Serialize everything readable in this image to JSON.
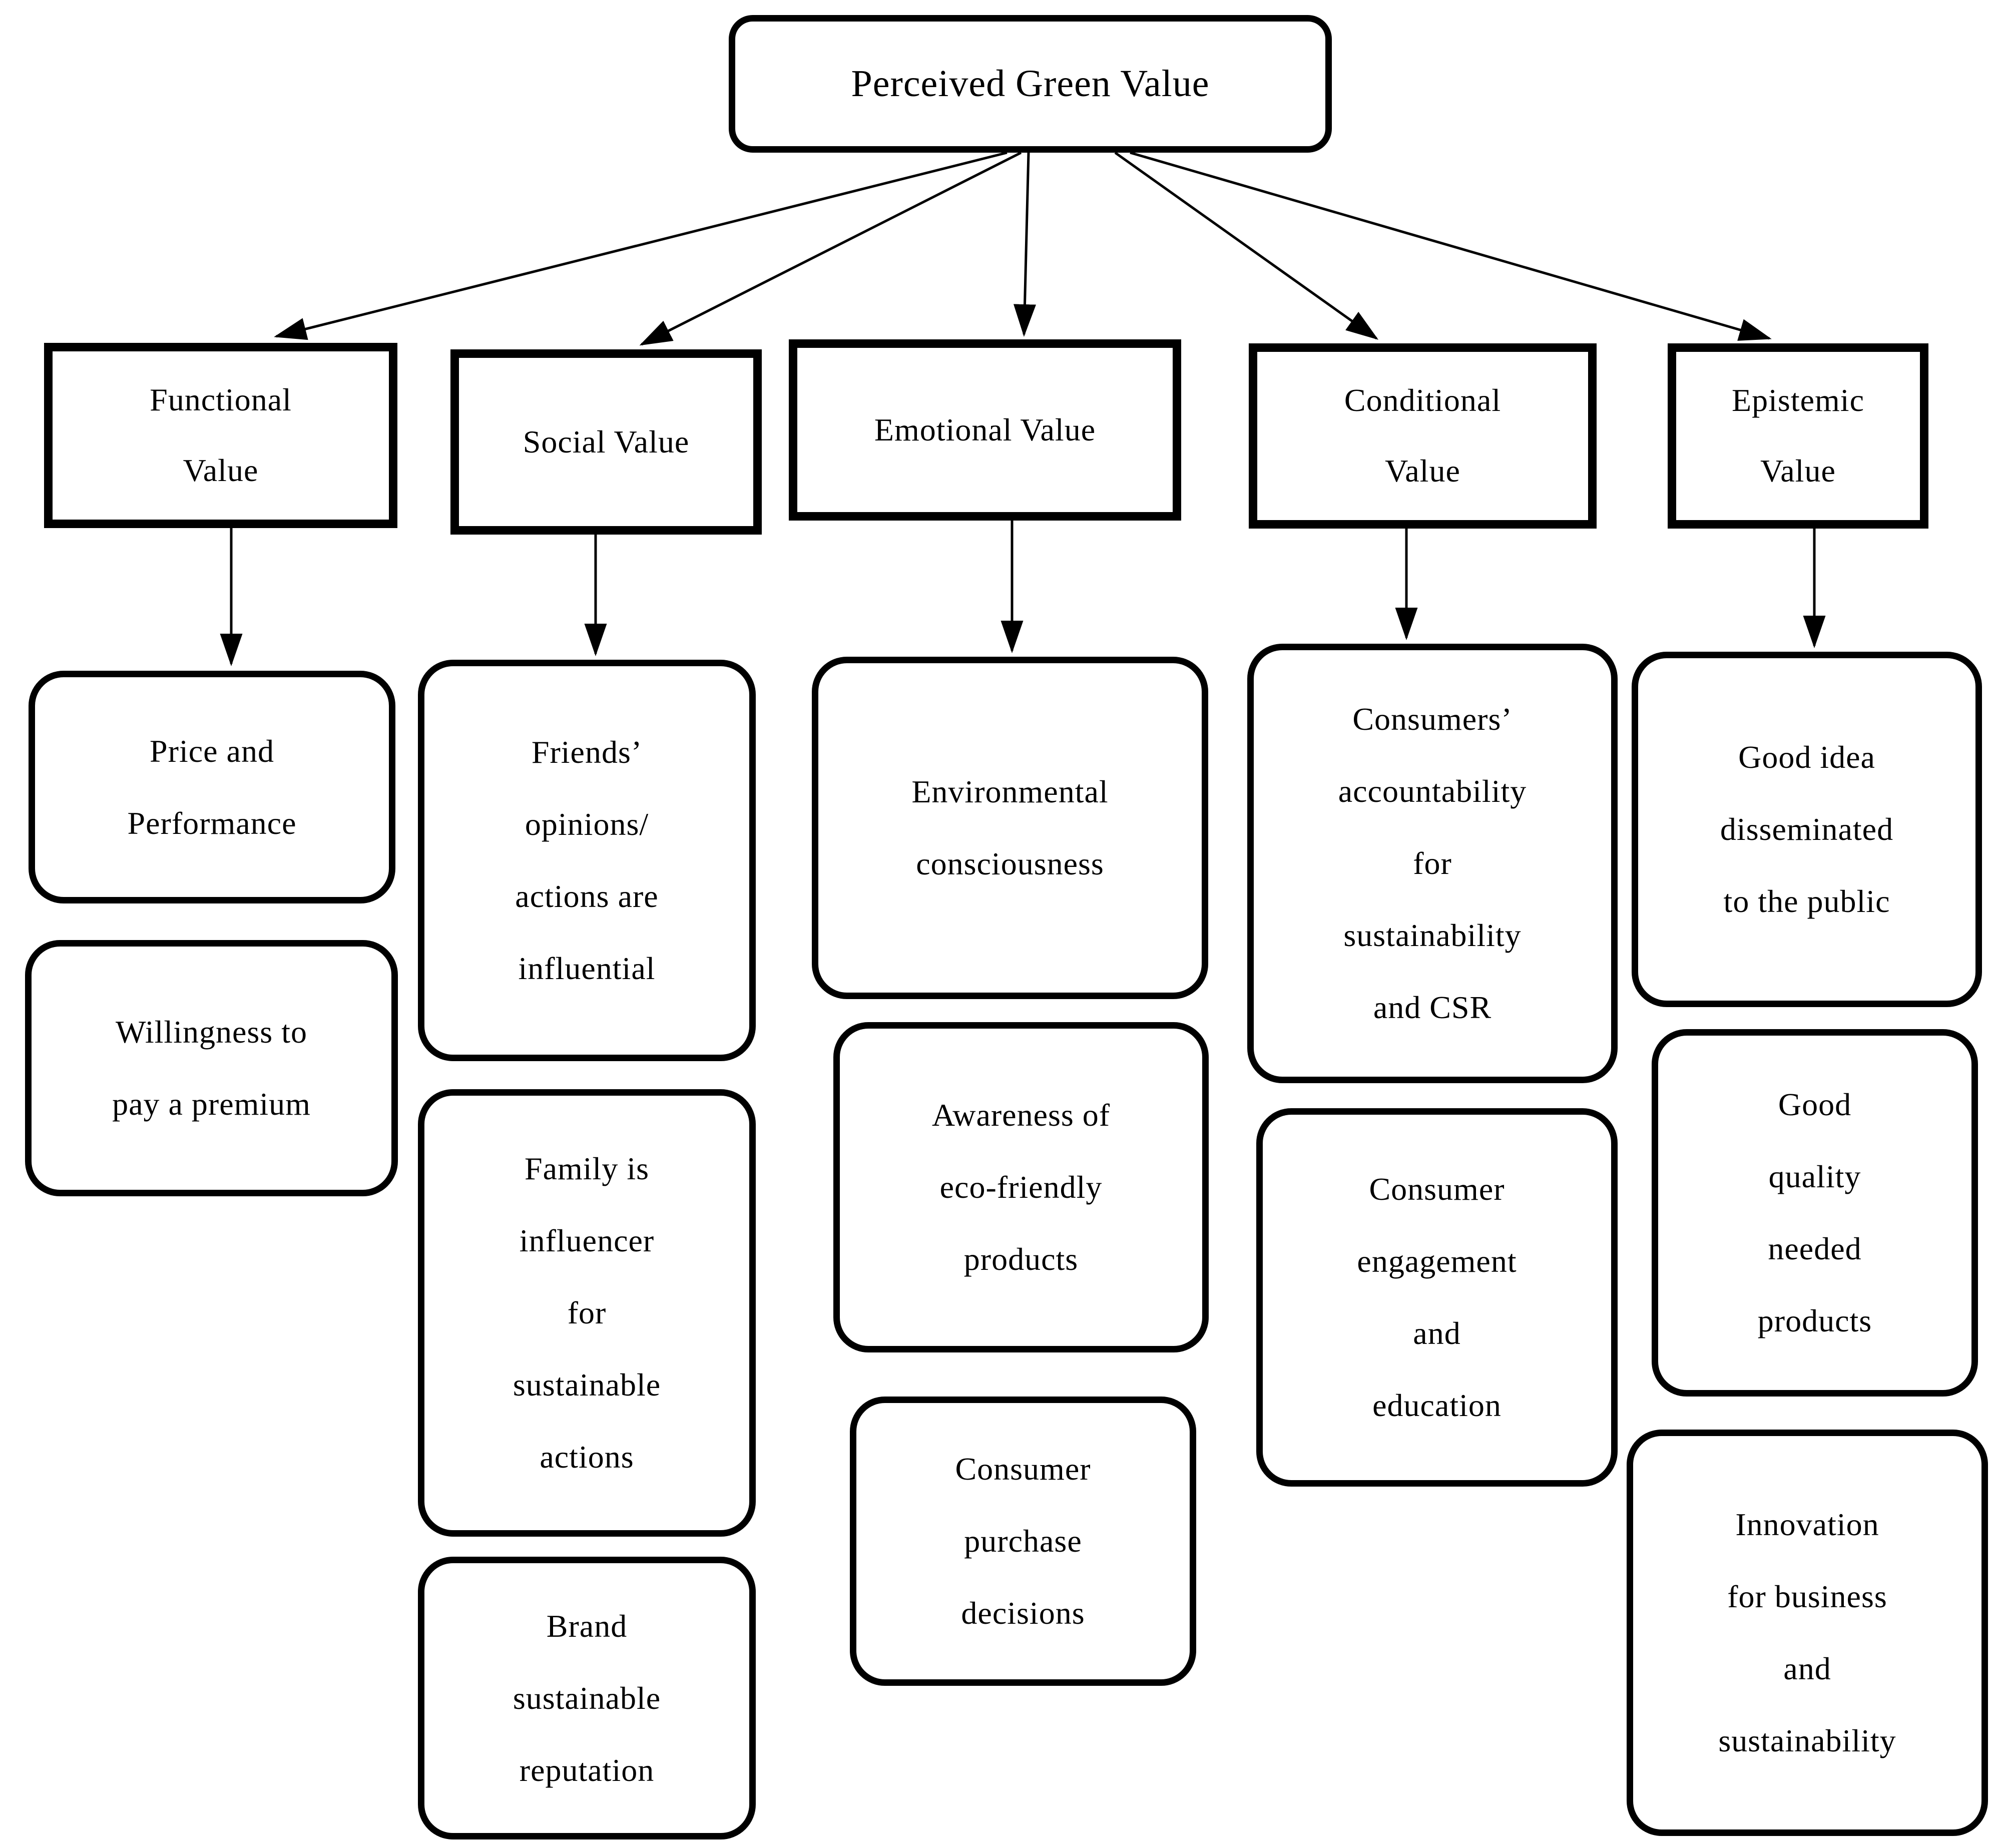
{
  "diagram": {
    "title": "Perceived Green Value",
    "colors": {
      "ink": "#000000",
      "background": "#ffffff"
    },
    "root": {
      "label": "Perceived Green Value"
    },
    "branches": [
      {
        "label": "Functional\nValue",
        "children": [
          "Price and\nPerformance",
          "Willingness to\npay a premium"
        ]
      },
      {
        "label": "Social Value",
        "children": [
          "Friends’\nopinions/\nactions are\ninfluential",
          "Family is\ninfluencer\nfor\nsustainable\nactions",
          "Brand\nsustainable\nreputation"
        ]
      },
      {
        "label": "Emotional Value",
        "children": [
          "Environmental\nconsciousness",
          "Awareness of\neco-friendly\nproducts",
          "Consumer\npurchase\ndecisions"
        ]
      },
      {
        "label": "Conditional\nValue",
        "children": [
          "Consumers’\naccountability\nfor\nsustainability\nand CSR",
          "Consumer\nengagement\nand\neducation"
        ]
      },
      {
        "label": "Epistemic\nValue",
        "children": [
          "Good idea\ndisseminated\nto the public",
          "Good\nquality\nneeded\nproducts",
          "Innovation\nfor business\nand\nsustainability"
        ]
      }
    ]
  }
}
